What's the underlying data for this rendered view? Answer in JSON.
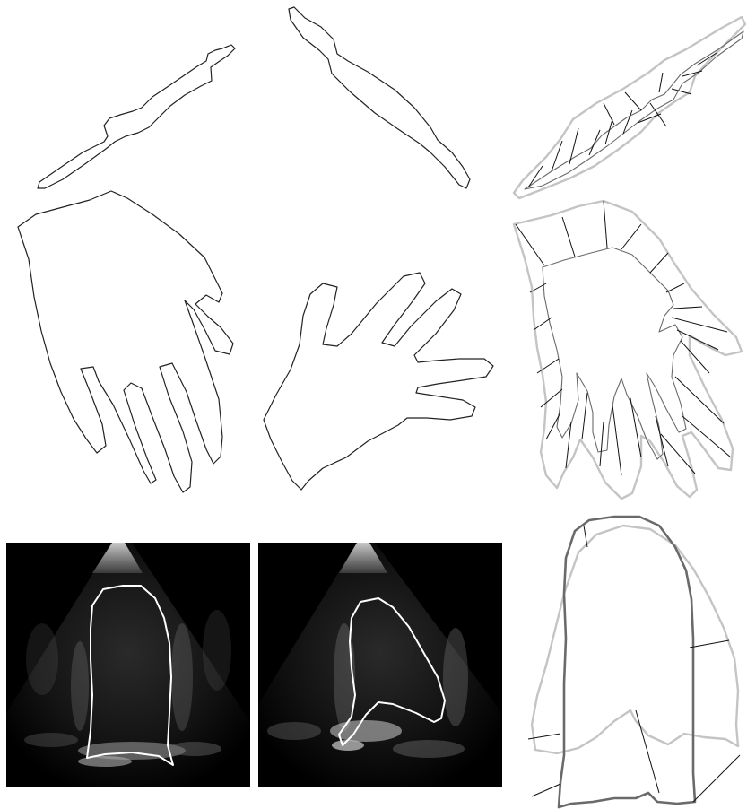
{
  "colors": {
    "outline": "#222222",
    "matched_contour": "#c4c4c4",
    "reference_contour": "#6a6a6a",
    "correspondence_line": "#111111",
    "ultrasound_background": "#000000",
    "ultrasound_trace": "#ffffff"
  },
  "figure": {
    "rows": [
      {
        "name": "bone-shapes",
        "panels": [
          "bone-outline-1",
          "bone-outline-2",
          "bone-correspondence"
        ]
      },
      {
        "name": "hand-shapes",
        "panels": [
          "hand-outline-1",
          "hand-outline-2",
          "hand-correspondence"
        ]
      },
      {
        "name": "heart-ventricle",
        "panels": [
          "ultrasound-frame-1",
          "ultrasound-frame-2",
          "ventricle-correspondence"
        ]
      }
    ]
  }
}
